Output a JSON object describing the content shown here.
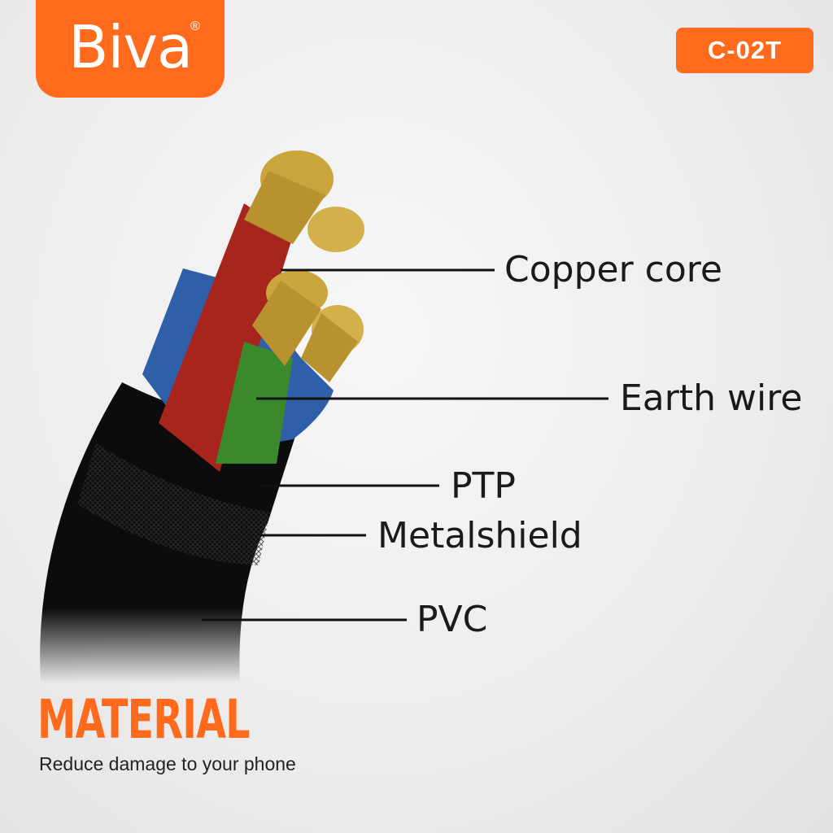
{
  "brand": {
    "name": "Biva",
    "registered": "®",
    "color": "#ff6a1c"
  },
  "model_badge": "C-02T",
  "labels": {
    "copper_core": "Copper core",
    "earth_wire": "Earth wire",
    "ptp": "PTP",
    "metalshield": "Metalshield",
    "pvc": "PVC"
  },
  "heading": "MATERIAL",
  "subtitle": "Reduce damage to your phone"
}
